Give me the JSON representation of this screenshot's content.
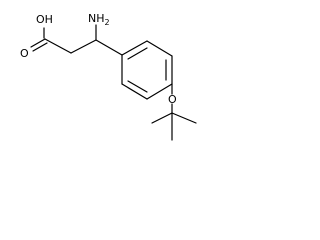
{
  "molecule": {
    "atom_labels": {
      "hydroxyl": "OH",
      "carbonyl_oxygen": "O",
      "amino": "NH",
      "amino_subscript": "2",
      "ether_oxygen": "O"
    },
    "bond_color": "#000000",
    "background": "#ffffff"
  }
}
